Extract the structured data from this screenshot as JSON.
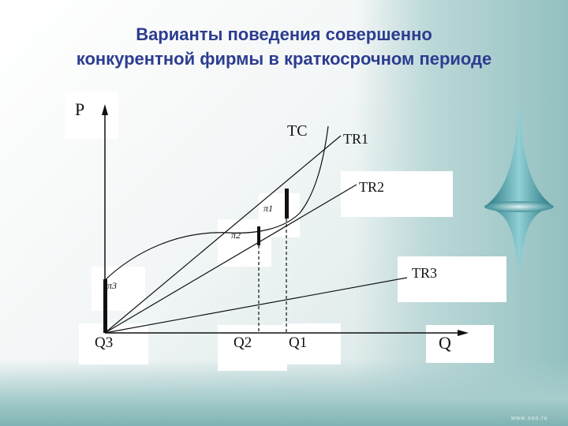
{
  "slide": {
    "title_line1": "Варианты поведения совершенно",
    "title_line2": "конкурентной фирмы в краткосрочном периоде",
    "watermark": "www.ooo.ru"
  },
  "diagram": {
    "axis_y_label": "P",
    "axis_x_label": "Q",
    "tc_label": "TC",
    "tr1_label": "TR1",
    "tr2_label": "TR2",
    "tr3_label": "TR3",
    "pi1_label": "π1",
    "pi2_label": "π2",
    "pi3_label": "π3",
    "q1_label": "Q1",
    "q2_label": "Q2",
    "q3_label": "Q3"
  },
  "colors": {
    "title": "#2c3d8f",
    "lines": "#111111",
    "background_accent": "#93c0c0"
  }
}
